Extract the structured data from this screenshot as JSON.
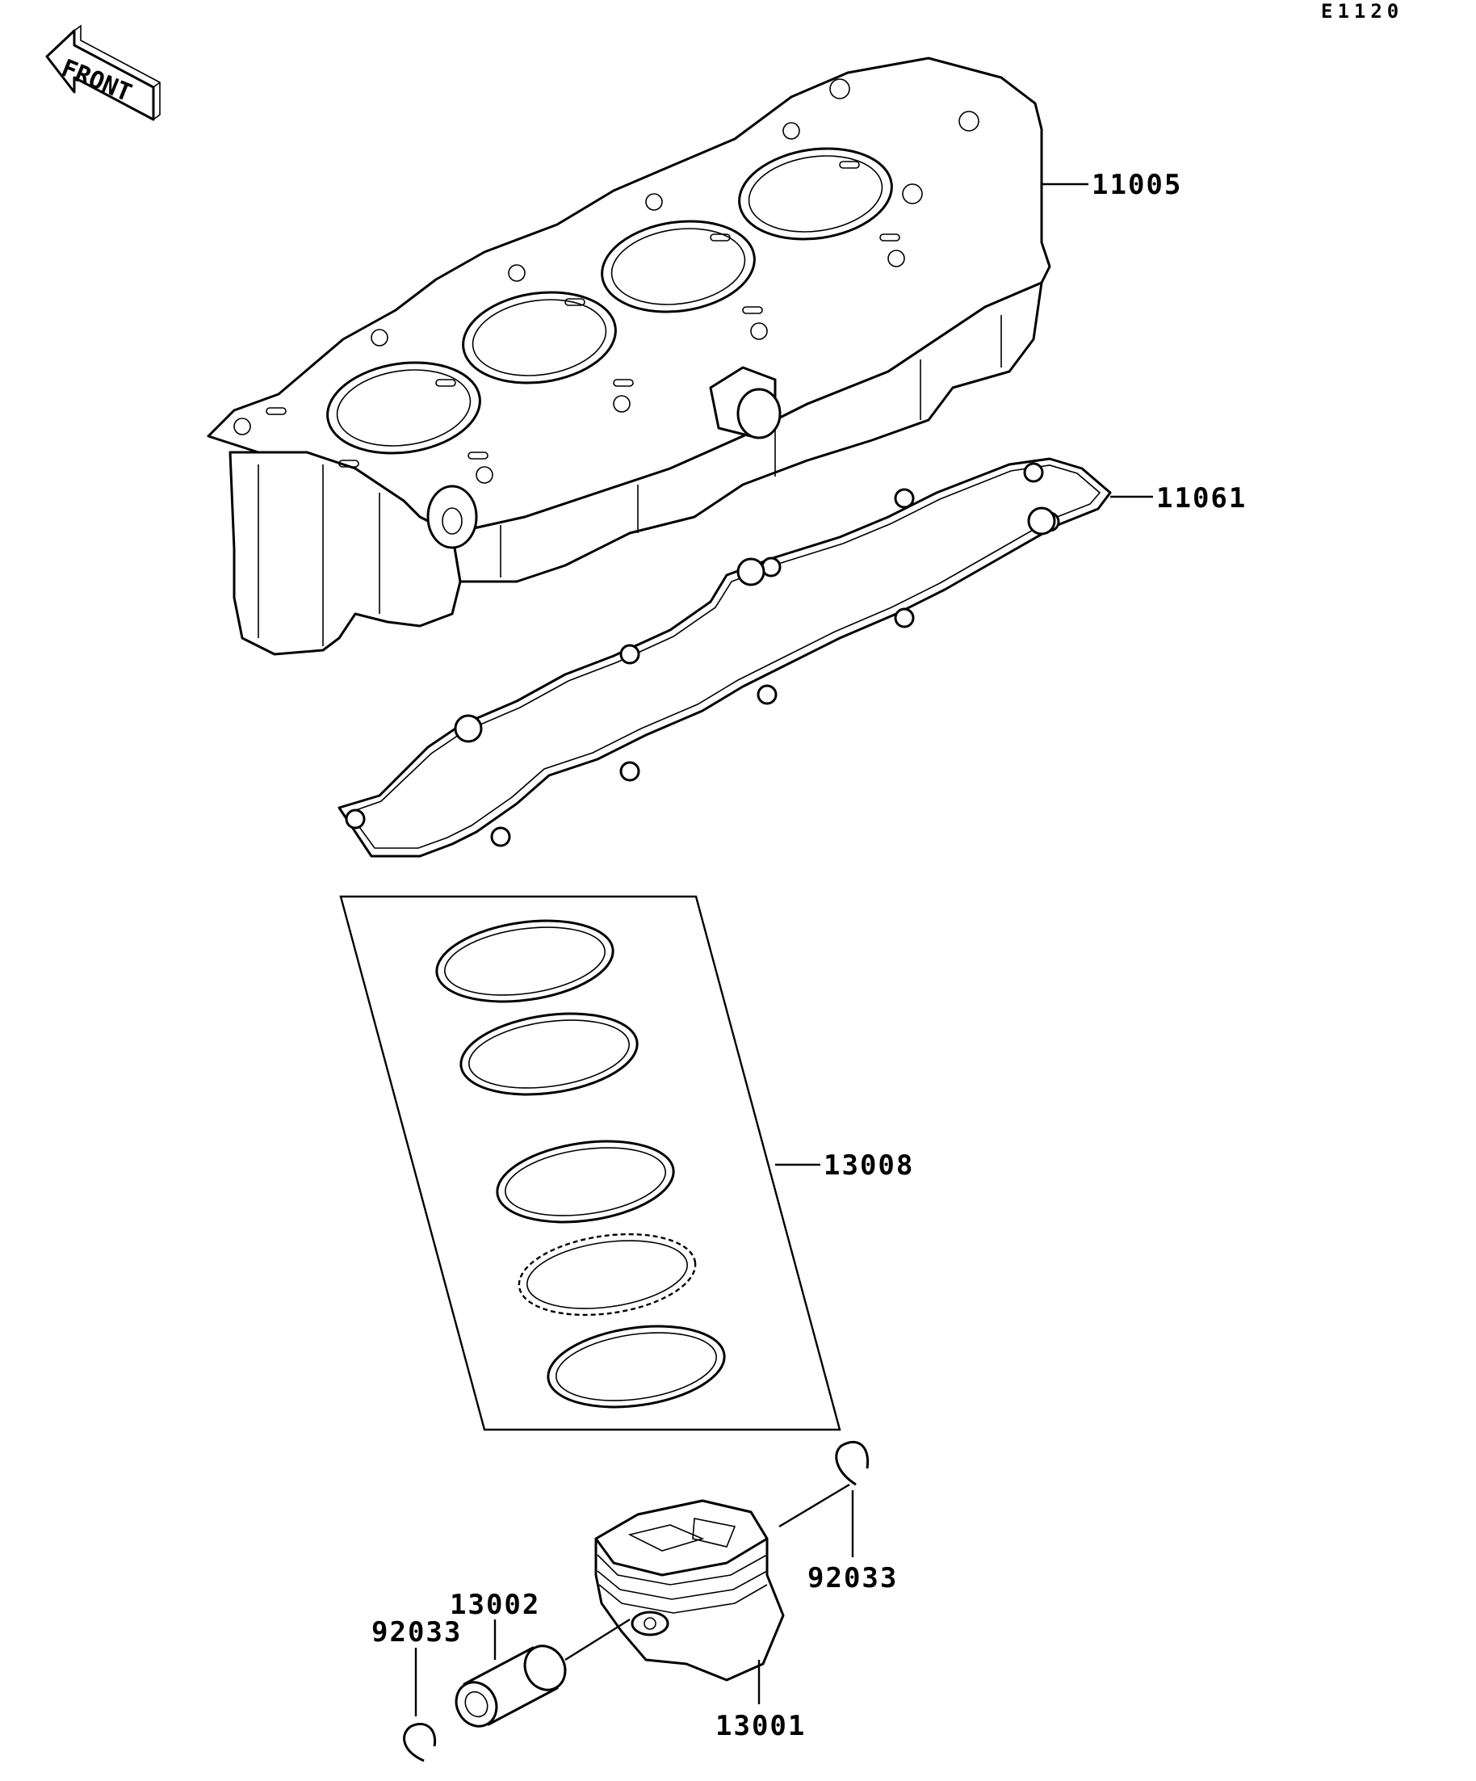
{
  "diagram_code": "E1120",
  "front_label": "FRONT",
  "parts": [
    {
      "number": "11005"
    },
    {
      "number": "11061"
    },
    {
      "number": "13008"
    },
    {
      "number": "92033"
    },
    {
      "number": "13002"
    },
    {
      "number": "92033"
    },
    {
      "number": "13001"
    }
  ]
}
